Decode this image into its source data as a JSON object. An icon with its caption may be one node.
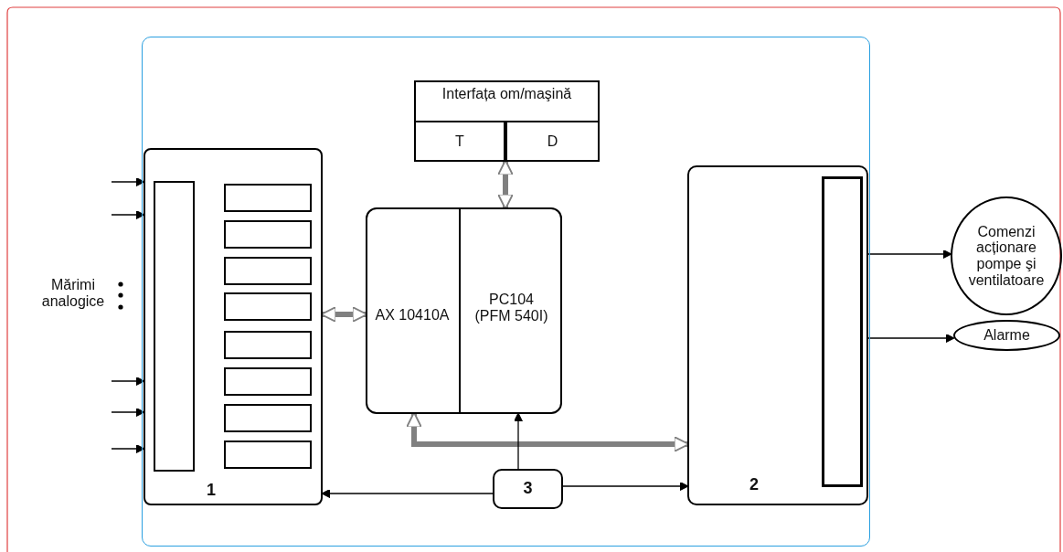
{
  "diagram": {
    "nodes": [
      {
        "text": [],
        "shape": "box"
      },
      {
        "text": [
          "1"
        ],
        "in": 0
      },
      {
        "text": [],
        "shape": "box",
        "in": 1
      },
      {
        "text": [],
        "shape": "box",
        "in": 1
      },
      {
        "text": [],
        "shape": "box",
        "in": 1
      },
      {
        "text": [],
        "shape": "box",
        "in": 1
      },
      {
        "text": [],
        "shape": "box",
        "in": 1
      },
      {
        "text": [],
        "shape": "box",
        "in": 1
      },
      {
        "text": [],
        "shape": "box",
        "in": 1
      },
      {
        "text": [],
        "shape": "box",
        "in": 1
      },
      {
        "text": [],
        "shape": "box",
        "in": 1
      },
      {
        "text": [
          "Interfața om/maşină"
        ],
        "in": 0
      },
      {
        "text": [
          "T"
        ],
        "in": 11
      },
      {
        "text": [
          "D"
        ],
        "in": 11
      },
      {
        "text": [],
        "shape": "box",
        "in": 0
      },
      {
        "text": [
          "AX 10410A"
        ],
        "in": 14
      },
      {
        "text": [
          "PC104 (PFM 540I)"
        ],
        "in": 14
      },
      {
        "text": [
          "2"
        ],
        "in": 0
      },
      {
        "text": [],
        "shape": "box",
        "in": 17
      },
      {
        "text": [
          "3"
        ],
        "in": 0
      },
      {
        "text": [
          "Comenzi acționare pompe şi ventilatoare"
        ]
      },
      {
        "text": [
          "Alarme"
        ]
      }
    ],
    "edges": [
      {
        "from": null,
        "to": 1,
        "arrow": "to"
      },
      {
        "from": null,
        "to": 1,
        "arrow": "to"
      },
      {
        "from": null,
        "to": 1,
        "arrow": "to"
      },
      {
        "from": null,
        "to": 1,
        "arrow": "to"
      },
      {
        "from": null,
        "to": 1,
        "arrow": "to"
      },
      {
        "from": 15,
        "to": 1,
        "arrow": "both",
        "style": "thick",
        "color": "#808080"
      },
      {
        "from": 11,
        "to": 14,
        "arrow": "both",
        "style": "thick",
        "color": "#808080"
      },
      {
        "from": 15,
        "to": 17,
        "arrow": "both",
        "style": "thick",
        "color": "#808080"
      },
      {
        "from": 19,
        "to": 14,
        "arrow": "to"
      },
      {
        "from": 19,
        "to": 1,
        "arrow": "to"
      },
      {
        "from": 19,
        "to": 17,
        "arrow": "to"
      },
      {
        "from": 17,
        "to": 20,
        "arrow": "to"
      },
      {
        "from": 17,
        "to": 21,
        "arrow": "to"
      }
    ],
    "labels": [
      "Mărimi analogice"
    ]
  }
}
